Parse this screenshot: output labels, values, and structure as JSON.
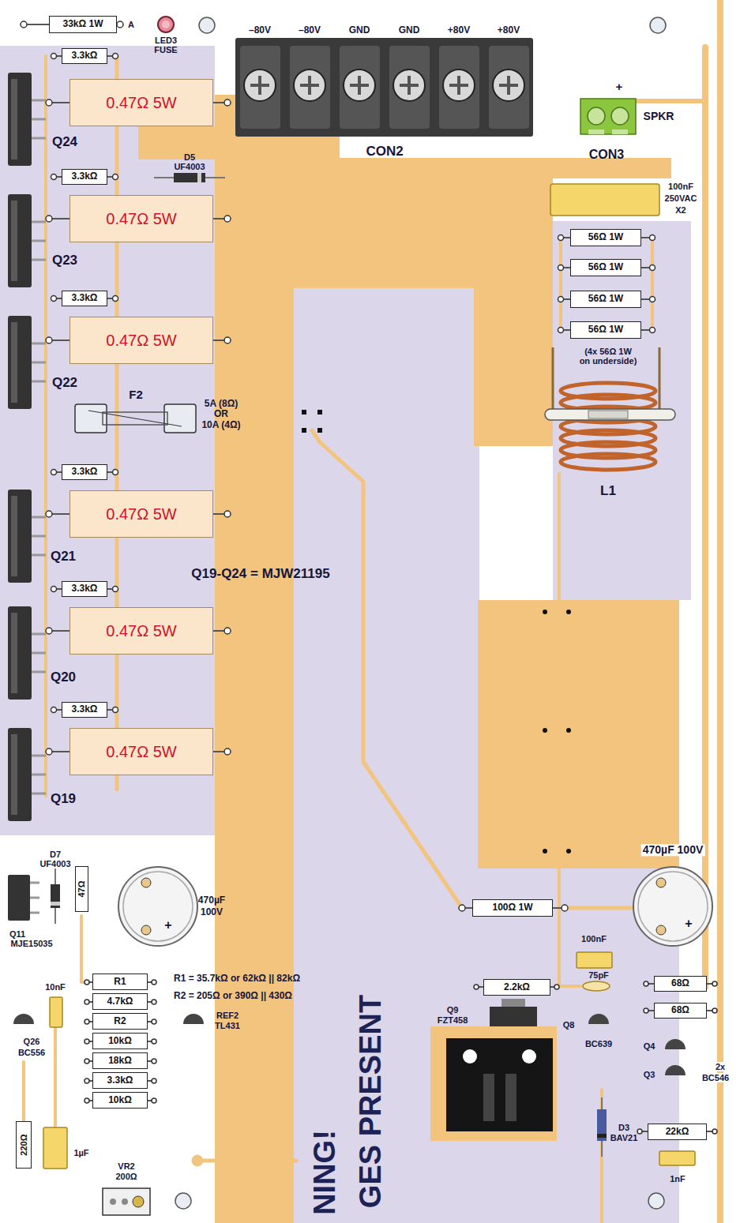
{
  "diagram": {
    "nodes": [
      {
        "text": [
          "33kΩ 1W"
        ]
      },
      {
        "text": [
          "3.3kΩ"
        ]
      },
      {
        "text": [
          "0.47Ω 5W"
        ]
      },
      {
        "text": [
          "3.3kΩ"
        ]
      },
      {
        "text": [
          "0.47Ω 5W"
        ]
      },
      {
        "text": [
          "56Ω 1W"
        ]
      },
      {
        "text": [
          "56Ω 1W"
        ]
      },
      {
        "text": [
          "56Ω 1W"
        ]
      },
      {
        "text": [
          "3.3kΩ"
        ]
      },
      {
        "text": [
          "0.47Ω 5W"
        ]
      },
      {
        "text": [
          "56Ω 1W"
        ]
      },
      {
        "text": [
          "3.3kΩ"
        ]
      },
      {
        "text": [
          "0.47Ω 5W"
        ]
      },
      {
        "text": [
          "3.3kΩ"
        ]
      },
      {
        "text": [
          "0.47Ω 5W"
        ]
      },
      {
        "text": [
          "3.3kΩ"
        ]
      },
      {
        "text": [
          "0.47Ω 5W"
        ]
      },
      {
        "text": [
          "47Ω"
        ]
      },
      {
        "text": [
          "100Ω 1W"
        ]
      },
      {
        "text": [
          "R1"
        ]
      },
      {
        "text": [
          "68Ω"
        ]
      },
      {
        "text": [
          "2.2kΩ"
        ]
      },
      {
        "text": [
          "4.7kΩ"
        ]
      },
      {
        "text": [
          "68Ω"
        ]
      },
      {
        "text": [
          "R2"
        ]
      },
      {
        "text": [
          "10kΩ"
        ]
      },
      {
        "text": [
          "18kΩ"
        ]
      },
      {
        "text": [
          "3.3kΩ"
        ]
      },
      {
        "text": [
          "10kΩ"
        ]
      },
      {
        "text": [
          "22kΩ"
        ]
      },
      {
        "text": [
          "220Ω"
        ]
      }
    ],
    "labels": [
      "A",
      "LED3",
      "FUSE",
      "–80V",
      "–80V",
      "GND",
      "GND",
      "+80V",
      "+80V",
      "CON2",
      "+",
      "SPKR",
      "CON3",
      "100nF",
      "250VAC",
      "X2",
      "Q24",
      "D5",
      "UF4003",
      "Q23",
      "(4x 56Ω 1W",
      "on underside)",
      "Q22",
      "F2",
      "5A (8Ω)",
      "OR",
      "10A (4Ω)",
      "L1",
      "Q19-Q24 = MJW21195",
      "Q21",
      "Q20",
      "Q19",
      "470µF 100V",
      "D7",
      "UF4003",
      "470µF",
      "100V",
      "+",
      "+",
      "100nF",
      "Q11",
      "MJE15035",
      "R1 = 35.7kΩ or 62kΩ || 82kΩ",
      "10nF",
      "75pF",
      "R2 = 205Ω or 390Ω || 430Ω",
      "Q9",
      "FZT458",
      "REF2",
      "TL431",
      "Q8",
      "BC639",
      "Q26",
      "BC556",
      "Q4",
      "2x",
      "Q3",
      "BC546",
      "D3",
      "BAV21",
      "1µF",
      "VR2",
      "200Ω",
      "1nF",
      "NING!",
      "GES PRESENT"
    ]
  }
}
